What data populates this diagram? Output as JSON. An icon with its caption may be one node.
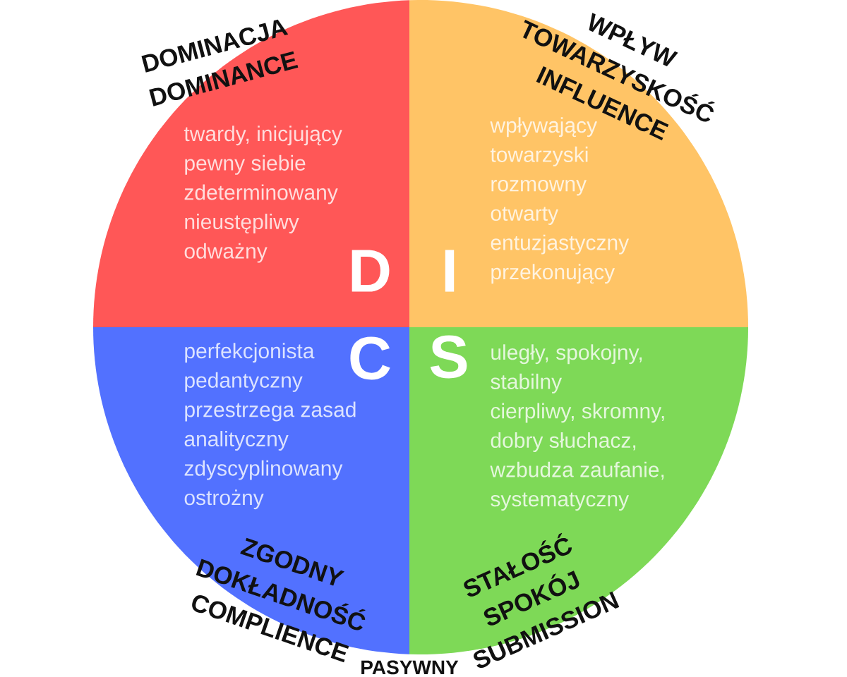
{
  "diagram": {
    "nodes": [
      {
        "text": [
          "DOMINACJA DOMINANCE",
          "twardy, inicjujący",
          "pewny siebie",
          "zdeterminowany",
          "nieustępliwy",
          "odważny",
          "D"
        ]
      },
      {
        "text": [
          "WPŁYW TOWARZYSKOŚĆ INFLUENCE",
          "wpływający",
          "towarzyski",
          "rozmowny",
          "otwarty",
          "entuzjastyczny",
          "I",
          "przekonujący"
        ]
      },
      {
        "text": [
          "perfekcjonista",
          "C",
          "pedantyczny",
          "przestrzega zasad",
          "analityczny",
          "zdyscyplinowany",
          "ostrożny",
          "ZGODNY DOKŁADNOŚĆ COMPLIENCE"
        ]
      },
      {
        "text": [
          "S",
          "uległy, spokojny,",
          "stabilny",
          "cierpliwy, skromny,",
          "dobry słuchacz,",
          "wzbudza zaufanie,",
          "systematyczny",
          "STAŁOŚĆ SPOKÓJ SUBMISSION"
        ]
      }
    ],
    "labels": [
      "PASYWNY"
    ]
  }
}
